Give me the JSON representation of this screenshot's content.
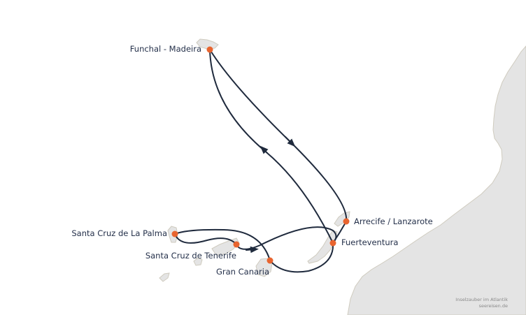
{
  "map": {
    "colors": {
      "land": "#e4e4e4",
      "coast": "#cfcbbf",
      "route": "#1f2a3d",
      "port": "#e8642f",
      "label": "#24304a",
      "credit": "#8a8a8a"
    },
    "ports": [
      {
        "id": "funchal",
        "label": "Funchal - Madeira"
      },
      {
        "id": "arrecife",
        "label": "Arrecife / Lanzarote"
      },
      {
        "id": "fuerteventura",
        "label": "Fuerteventura"
      },
      {
        "id": "lapalma",
        "label": "Santa Cruz de La Palma"
      },
      {
        "id": "tenerife",
        "label": "Santa Cruz de Tenerife"
      },
      {
        "id": "grancanaria",
        "label": "Gran Canaria"
      }
    ],
    "credit": {
      "line1": "Inselzauber im Atlantik",
      "line2": "seereisen.de"
    }
  }
}
